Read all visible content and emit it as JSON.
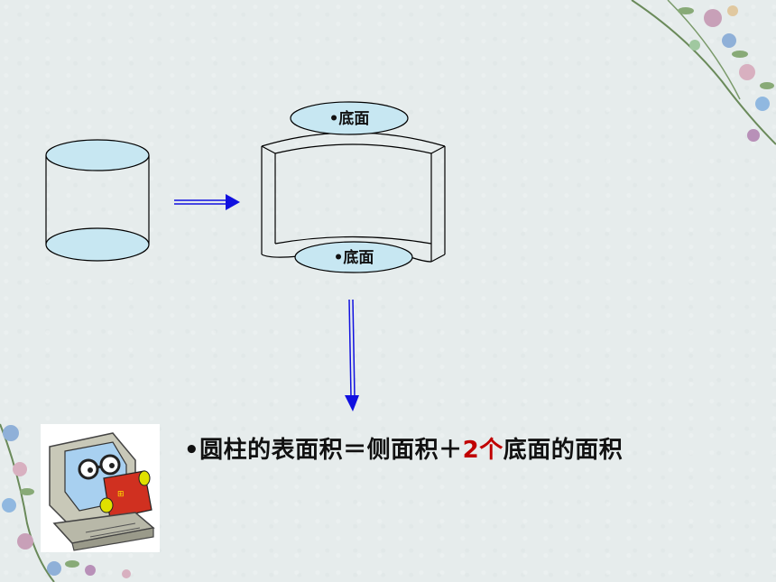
{
  "labels": {
    "top_base": "•底面",
    "bottom_base": "•底面"
  },
  "formula": {
    "part1": "•圆柱的表面积＝侧面积＋",
    "highlight": "2个",
    "part2": "底面的面积"
  },
  "colors": {
    "oval_fill": "#c7e7f2",
    "arrow": "#1010e0",
    "highlight": "#c00000"
  },
  "icons": {
    "mascot": "computer-mascot-icon",
    "decor_top": "flower-garland-icon",
    "decor_left": "flower-garland-icon"
  }
}
